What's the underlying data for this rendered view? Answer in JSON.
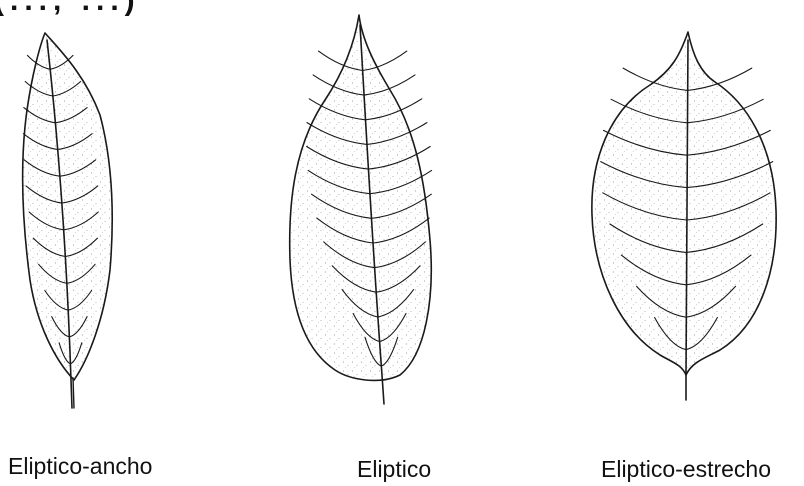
{
  "header_fragment": "(..., ...)",
  "leaves": [
    {
      "label": "Eliptico-ancho",
      "icon": "narrow-serrated-leaf-icon"
    },
    {
      "label": "Eliptico",
      "icon": "elliptic-serrated-leaf-icon"
    },
    {
      "label": "Eliptico-estrecho",
      "icon": "broad-elliptic-leaf-icon"
    }
  ],
  "colors": {
    "ink": "#1a1a1a",
    "paper": "#ffffff",
    "stipple": "#8a8a8a"
  }
}
